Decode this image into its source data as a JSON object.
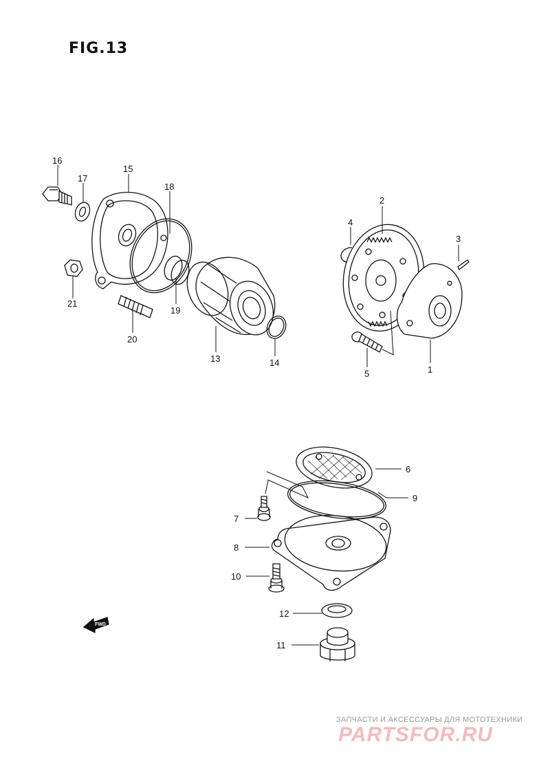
{
  "figure": {
    "title": "FIG.13"
  },
  "callouts": {
    "p1": "1",
    "p2": "2",
    "p3": "3",
    "p4": "4",
    "p5": "5",
    "p6": "6",
    "p7": "7",
    "p8": "8",
    "p9": "9",
    "p10": "10",
    "p11": "11",
    "p12": "12",
    "p13": "13",
    "p14": "14",
    "p15": "15",
    "p16": "16",
    "p17": "17",
    "p18": "18",
    "p19": "19",
    "p20": "20",
    "p21": "21"
  },
  "direction_marker": {
    "label": "FWD"
  },
  "watermark": {
    "tagline": "ЗАПЧАСТИ И АКСЕССУАРЫ ДЛЯ МОТОТЕХНИКИ",
    "logo": "PARTSFOR.RU"
  },
  "colors": {
    "line": "#111111",
    "watermark_text": "#9a9a9a",
    "watermark_logo": "#f2bcbc"
  }
}
